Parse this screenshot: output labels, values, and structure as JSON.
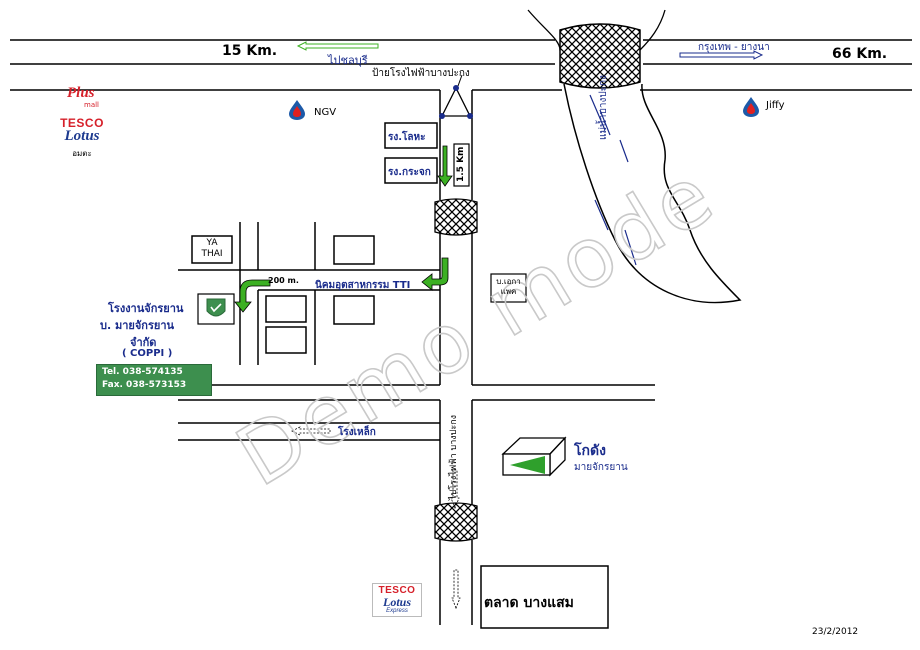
{
  "map": {
    "top_left_distance": "15 Km.",
    "top_right_distance": "66 Km.",
    "to_chonburi": "ไปชลบุรี",
    "bangkok_rayong": "กรุงเทพ  -  ยางนา",
    "power_plant_sign": "ป้ายโรงไฟฟ้าบางปะกง",
    "ngv_label": "NGV",
    "jiffy_label": "Jiffy",
    "river_label": "แม่น้ำบางปะกง",
    "factory_metal": "รง.โลหะ",
    "factory_glass": "รง.กระจก",
    "distance_1_5": "1.5 Km",
    "ya_thai": "YA\nTHAI",
    "estate_tti": "นิคมอุตสาหกรรม TTI",
    "distance_200": "200 m.",
    "ekaphat": "บ.เอกา\nแพค",
    "company_line1": "โรงงานจักรยาน",
    "company_line2": "บ. มายจักรยาน",
    "company_line3": "จำกัด",
    "company_line4": "( COPPI )",
    "tel": "Tel. 038-574135",
    "fax": "Fax. 038-573153",
    "to_power_plant": "ไปโรงไฟฟ้า บางปะกง",
    "steel_factory": "โรงเหล็ก",
    "warehouse_title": "โกดัง",
    "warehouse_sub": "มายจักรยาน",
    "market": "ตลาด บางแสม",
    "date": "23/2/2012",
    "watermark": "Demo mode",
    "plus_mall_top": "Plus",
    "plus_mall_bottom": "mall",
    "tesco_top": "TESCO",
    "tesco_main": "Lotus",
    "tesco_branch": "อมตะ",
    "tesco_express": "Express",
    "colors": {
      "road_blue": "#1a2c8c",
      "arrow_green": "#3cb023",
      "box_green": "#3d8f4e",
      "tesco_red": "#d6202a",
      "tesco_blue": "#1d3a8f"
    }
  }
}
